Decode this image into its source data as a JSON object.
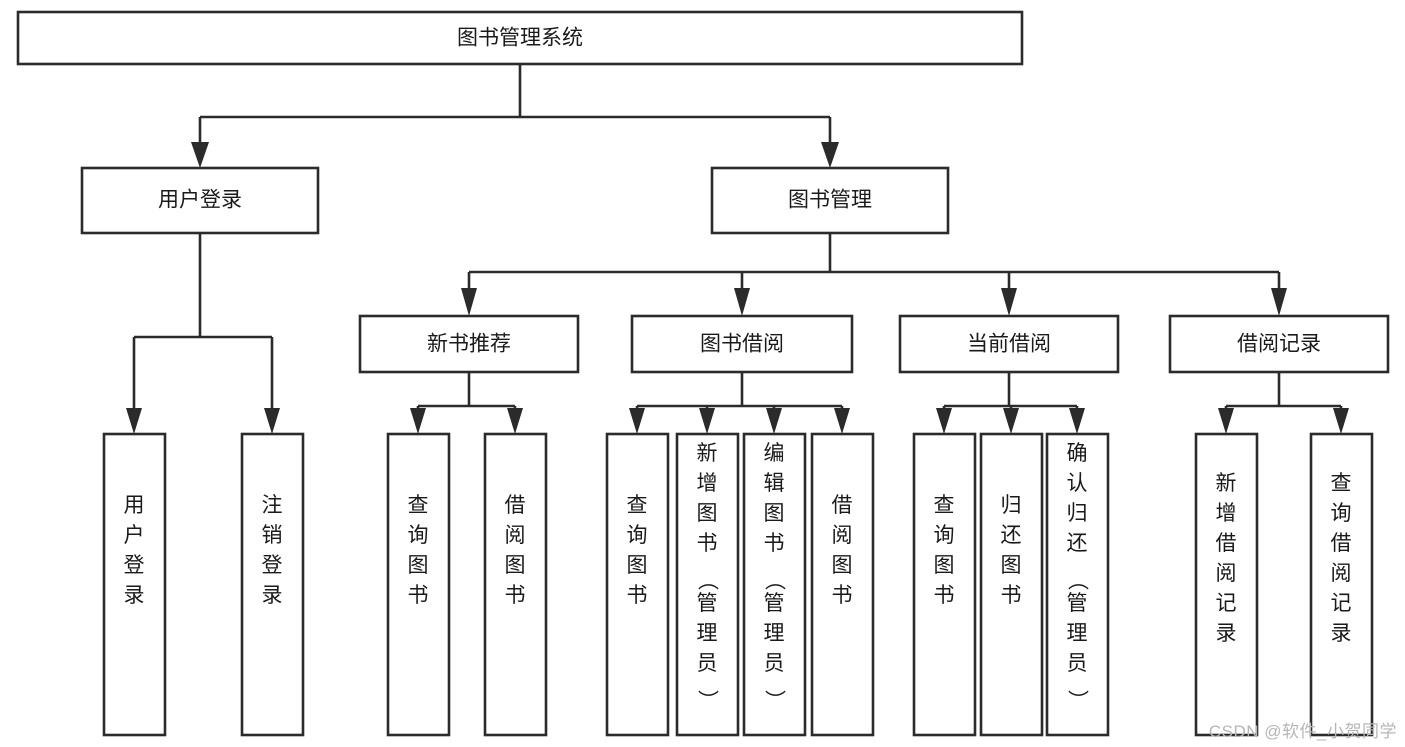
{
  "diagram": {
    "title": "图书管理系统",
    "type": "tree-hierarchy-chart",
    "watermark": "CSDN @软件_小贺同学",
    "colors": {
      "stroke": "#2b2b2b",
      "fill": "#ffffff",
      "text": "#1a1a1a",
      "watermark": "#b6b6b6"
    },
    "levels": {
      "root": {
        "label": "图书管理系统"
      },
      "level2": [
        {
          "label": "用户登录"
        },
        {
          "label": "图书管理"
        }
      ],
      "level3": [
        {
          "label": "新书推荐"
        },
        {
          "label": "图书借阅"
        },
        {
          "label": "当前借阅"
        },
        {
          "label": "借阅记录"
        }
      ],
      "leaves": {
        "user_login": [
          {
            "label": "用户登录"
          },
          {
            "label": "注销登录"
          }
        ],
        "new_book_recommend": [
          {
            "label": "查询图书"
          },
          {
            "label": "借阅图书"
          }
        ],
        "book_borrow": [
          {
            "label": "查询图书"
          },
          {
            "label": "新增图书（管理员）"
          },
          {
            "label": "编辑图书（管理员）"
          },
          {
            "label": "借阅图书"
          }
        ],
        "current_borrow": [
          {
            "label": "查询图书"
          },
          {
            "label": "归还图书"
          },
          {
            "label": "确认归还（管理员）"
          }
        ],
        "borrow_record": [
          {
            "label": "新增借阅记录"
          },
          {
            "label": "查询借阅记录"
          }
        ]
      }
    }
  }
}
